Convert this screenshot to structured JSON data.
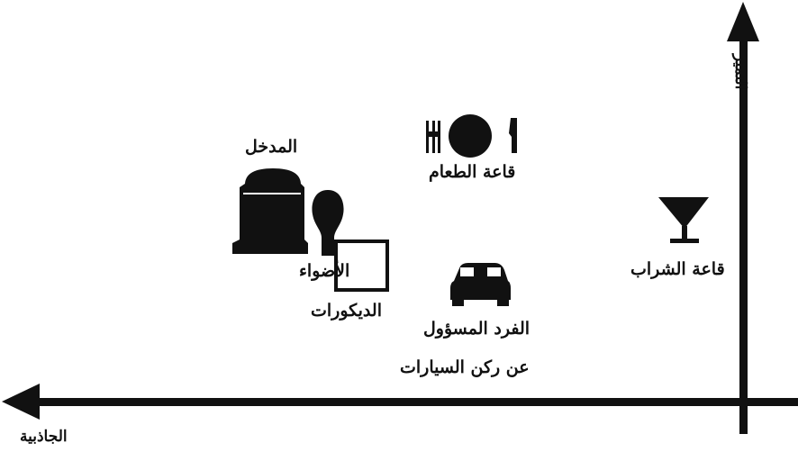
{
  "axes": {
    "vertical_label": "التميز",
    "horizontal_label": "الجاذبية"
  },
  "items": {
    "entrance": {
      "label": "المدخل",
      "icon": "arched-door-icon"
    },
    "lights": {
      "label": "الأضواء",
      "icon": "light-bulb-icon"
    },
    "decor": {
      "label": "الديكورات",
      "icon": "picture-frame-icon"
    },
    "dining": {
      "label": "قاعة الطعام",
      "icon": "plate-fork-knife-icon"
    },
    "bar": {
      "label": "قاعة الشراب",
      "icon": "cocktail-glass-icon"
    },
    "valet": {
      "label_line1": "الفرد المسؤول",
      "label_line2": "عن ركن السيارات",
      "icon": "car-icon"
    }
  },
  "colors": {
    "ink": "#111111",
    "background": "#ffffff"
  }
}
